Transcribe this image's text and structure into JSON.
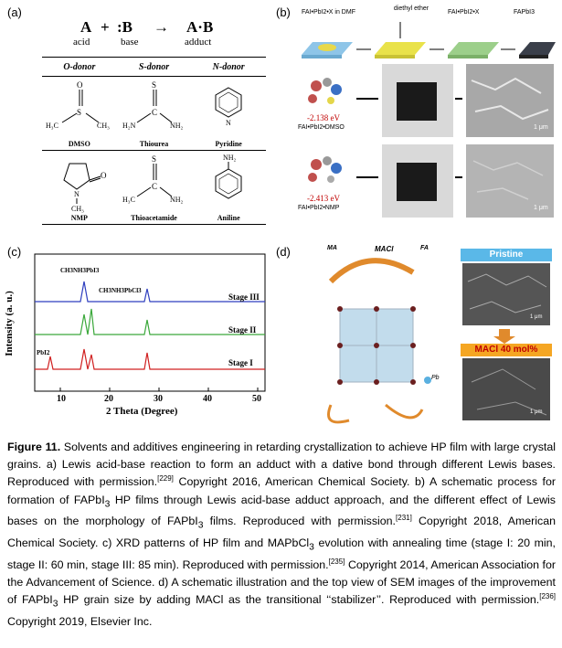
{
  "panel_a": {
    "label": "(a)",
    "reaction": {
      "a": "A",
      "plus": "+",
      "b": ":B",
      "arrow": "→",
      "ab": "A·B",
      "acid": "acid",
      "base": "base",
      "adduct": "adduct"
    },
    "headers": [
      "O-donor",
      "S-donor",
      "N-donor"
    ],
    "molecules": [
      "DMSO",
      "Thiourea",
      "Pyridine",
      "NMP",
      "Thioacetamide",
      "Aniline"
    ]
  },
  "panel_b": {
    "label": "(b)",
    "step1": "FAI•PbI2•X in DMF",
    "step2": "diethyl ether",
    "step3": "FAI•PbI2•X",
    "step4": "FAPbI3",
    "energy1": "-2.138 eV",
    "name1": "FAI•PbI2•DMSO",
    "energy2": "-2.413 eV",
    "name2": "FAI•PbI2•NMP",
    "scale": "1 μm"
  },
  "panel_c": {
    "label": "(c)",
    "ylabel": "Intensity (a. u.)",
    "xlabel": "2 Theta (Degree)",
    "peak_labels": [
      "CH3NH3PbI3",
      "CH3NH3PbCl3",
      "PbI2"
    ],
    "stage_labels": [
      "Stage III",
      "Stage II",
      "Stage I"
    ],
    "xticks": [
      "10",
      "20",
      "30",
      "40",
      "50"
    ]
  },
  "panel_d": {
    "label": "(d)",
    "ma": "MA",
    "maci": "MACl",
    "fa": "FA",
    "pb": "Pb",
    "pristine": "Pristine",
    "maci40": "MACl 40 mol%",
    "scale": "1 μm"
  },
  "caption": {
    "fig": "Figure 11.",
    "t1": " Solvents and additives engineering in retarding crystallization to achieve HP film with large crystal grains. a) Lewis acid-base reaction to form an adduct with a dative bond through different Lewis bases. Reproduced with permission.",
    "r1": "[229]",
    "t2": " Copyright 2016, American Chemical Society. b) A schematic process for formation of FAPbI",
    "t3": " HP films through Lewis acid-base adduct approach, and the different effect of Lewis bases on the morphology of FAPbI",
    "t4": " films. Reproduced with permission.",
    "r2": "[231]",
    "t5": " Copyright 2018, American Chemical Society. c) XRD patterns of HP film and MAPbCl",
    "t6": " evolution with annealing time (stage I: 20 min, stage II: 60 min, stage III: 85 min). Reproduced with permission.",
    "r3": "[235]",
    "t7": " Copyright 2014, American Association for the Advancement of Science. d) A schematic illustration and the top view of SEM images of the improvement of FAPbI",
    "t8": " HP grain size by adding MACl as the transitional ‘‘stabilizer’’. Reproduced with permission.",
    "r4": "[236]",
    "t9": " Copyright 2019, Elsevier Inc.",
    "sub3": "3"
  }
}
